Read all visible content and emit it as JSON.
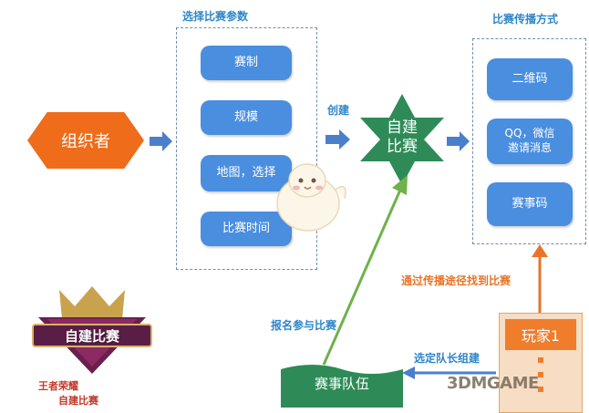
{
  "labels": {
    "params_title": "选择比赛参数",
    "broadcast_title": "比赛传播方式",
    "create_label": "创建",
    "find_label": "通过传播途径找到比赛",
    "signup_label": "报名参与比赛",
    "captain_label": "选定队长组建"
  },
  "nodes": {
    "organizer": "组织者",
    "custom_match_line1": "自建",
    "custom_match_line2": "比赛",
    "team": "赛事队伍",
    "player1": "玩家1"
  },
  "params": [
    "赛制",
    "规模",
    "地图，选择",
    "比赛时间"
  ],
  "broadcast": [
    "二维码",
    "QQ，微信\n邀请消息",
    "赛事码"
  ],
  "logo": {
    "text": "自建比赛",
    "caption_line1": "王者荣耀",
    "caption_line2": "自建比赛"
  },
  "watermark": "3DMGAME",
  "colors": {
    "accent_orange": "#ef6c1a",
    "pill_blue": "#4a8ee0",
    "star_green": "#2e8b57",
    "label_blue": "#2e86c9"
  }
}
